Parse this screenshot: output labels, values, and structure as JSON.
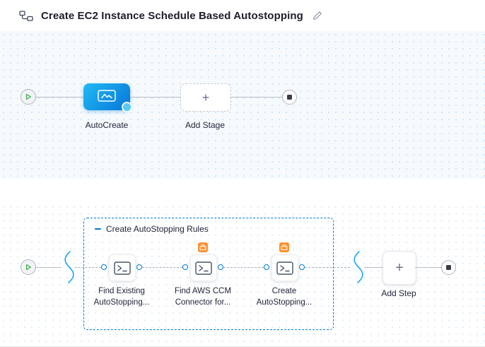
{
  "header": {
    "title": "Create EC2 Instance Schedule Based Autostopping"
  },
  "stage_canvas": {
    "stage": {
      "label": "AutoCreate"
    },
    "add_stage": {
      "label": "Add Stage",
      "plus": "+"
    }
  },
  "execution_canvas": {
    "step_group": {
      "label": "Create AutoStopping Rules"
    },
    "steps": [
      {
        "label_line1": "Find Existing",
        "label_line2": "AutoStopping...",
        "badge": false
      },
      {
        "label_line1": "Find AWS CCM",
        "label_line2": "Connector for...",
        "badge": true
      },
      {
        "label_line1": "Create",
        "label_line2": "AutoStopping...",
        "badge": true
      }
    ],
    "add_step": {
      "label": "Add Step",
      "plus": "+"
    }
  },
  "icons": {
    "header_left": "pipeline-icon",
    "header_edit": "pencil-icon",
    "start": "play-icon",
    "end": "stop-icon",
    "step": "shell-script-icon",
    "step_badge": "toolbox-badge-icon",
    "group_collapse": "minus-icon"
  },
  "colors": {
    "accent_blue": "#0278d5",
    "stage_blue_light": "#23baf4",
    "badge_orange": "#ff9231",
    "canvas_dot_blue": "#cfe4f4",
    "connector_gray": "#b9bcc9"
  }
}
